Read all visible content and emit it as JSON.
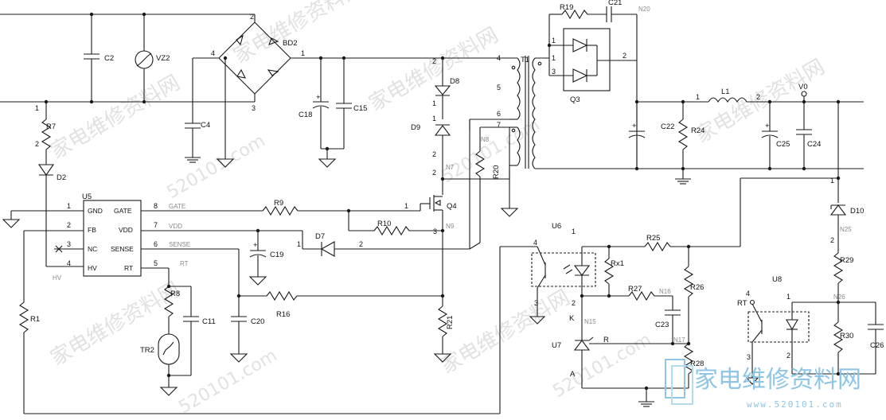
{
  "components": {
    "C2": "C2",
    "VZ2": "VZ2",
    "BD2": "BD2",
    "R7": "R7",
    "C4": "C4",
    "C18": "C18",
    "C15": "C15",
    "D2": "D2",
    "U5": "U5",
    "R1": "R1",
    "R8": "R8",
    "C11": "C11",
    "TR2": "TR2",
    "C19": "C19",
    "C20": "C20",
    "R16": "R16",
    "R9": "R9",
    "R10": "R10",
    "D7": "D7",
    "D8": "D8",
    "D9": "D9",
    "Q4": "Q4",
    "R21": "R21",
    "R20": "R20",
    "T1": "T1",
    "R19": "R19",
    "C21": "C21",
    "Q3": "Q3",
    "C22": "C22",
    "R24": "R24",
    "L1": "L1",
    "C25": "C25",
    "C24": "C24",
    "V0": "V0",
    "D10": "D10",
    "U6": "U6",
    "R25": "R25",
    "Rx1": "Rx1",
    "R26": "R26",
    "R27": "R27",
    "C23": "C23",
    "U7": "U7",
    "R28": "R28",
    "R29": "R29",
    "U8": "U8",
    "R30": "R30",
    "C26": "C26",
    "RT": "RT",
    "K": "K",
    "A": "A",
    "R": "R"
  },
  "ic_pins": {
    "gnd": "GND",
    "fb": "FB",
    "nc": "NC",
    "hv": "HV",
    "gate": "GATE",
    "vdd": "VDD",
    "sense": "SENSE",
    "rt": "RT"
  },
  "nets": {
    "gate": "GATE",
    "vdd": "VDD",
    "sense": "SENSE",
    "rt": "RT",
    "hv": "HV",
    "n20": "N20",
    "n16": "N16",
    "n15": "N15",
    "n17": "N17",
    "n25": "N25",
    "n26": "N26",
    "n9": "N9",
    "n7": "N7",
    "n8": "N8"
  },
  "pins": {
    "p1": "1",
    "p2": "2",
    "p3": "3",
    "p4": "4",
    "p5": "5",
    "p6": "6",
    "p7": "7",
    "p8": "8"
  },
  "watermark": {
    "cn": "家电维修资料网",
    "url": "520101.com",
    "logo": "家电维修资料网",
    "logo_url": "www.520101.com"
  }
}
